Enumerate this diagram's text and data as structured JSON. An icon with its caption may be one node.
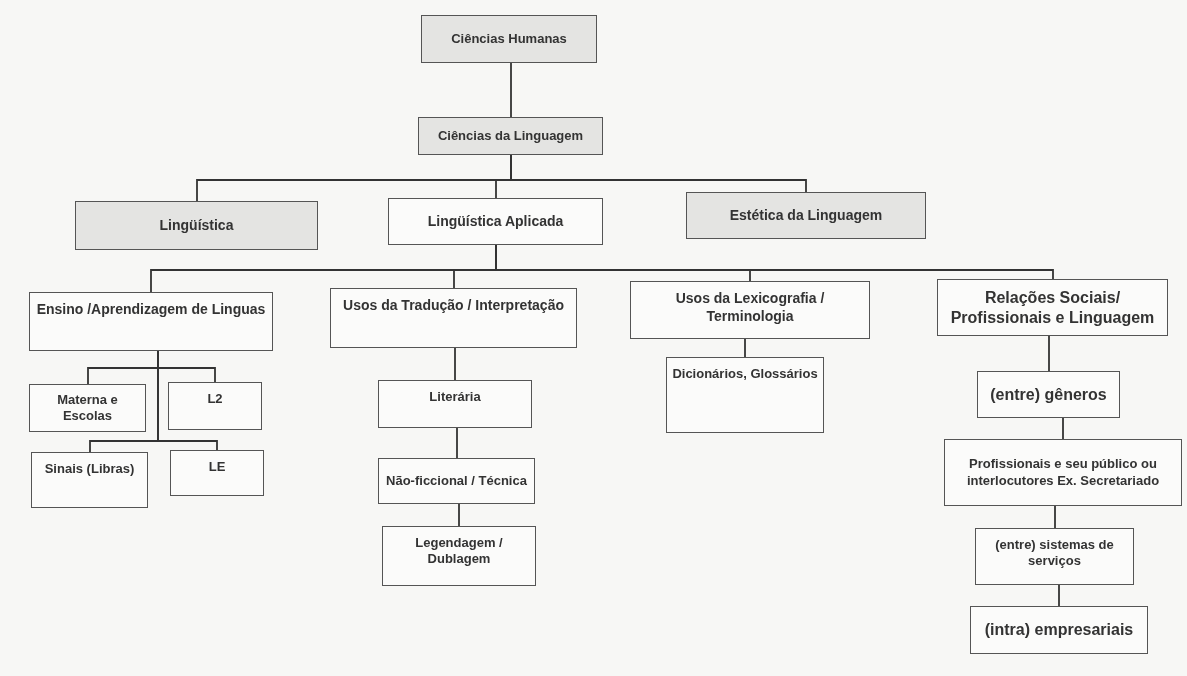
{
  "diagram": {
    "nodes": [
      {
        "text": [
          "Ciências Humanas"
        ]
      },
      {
        "text": [
          "Ciências da Linguagem"
        ]
      },
      {
        "text": [
          "Lingüística"
        ]
      },
      {
        "text": [
          "Lingüística Aplicada"
        ]
      },
      {
        "text": [
          "Estética da Linguagem"
        ]
      },
      {
        "text": [
          "Ensino /Aprendizagem de Linguas"
        ]
      },
      {
        "text": [
          "Usos da Tradução / Interpretação"
        ]
      },
      {
        "text": [
          "Usos da Lexicografia / Terminologia"
        ]
      },
      {
        "text": [
          "Relações Sociais/ Profissionais e Linguagem"
        ]
      },
      {
        "text": [
          "Materna e Escolas"
        ]
      },
      {
        "text": [
          "L2"
        ]
      },
      {
        "text": [
          "Sinais (Libras)"
        ]
      },
      {
        "text": [
          "LE"
        ]
      },
      {
        "text": [
          "Literária"
        ]
      },
      {
        "text": [
          "Não-ficcional / Técnica"
        ]
      },
      {
        "text": [
          "Legendagem / Dublagem"
        ]
      },
      {
        "text": [
          "Dicionários, Glossários"
        ]
      },
      {
        "text": [
          "(entre) gêneros"
        ]
      },
      {
        "text": [
          "Profissionais e seu público ou interlocutores Ex. Secretariado"
        ]
      },
      {
        "text": [
          "(entre) sistemas de serviços"
        ]
      },
      {
        "text": [
          "(intra) empresariais"
        ]
      }
    ],
    "edges": [
      {
        "from": 0,
        "to": 1,
        "arrow": "none"
      },
      {
        "from": 1,
        "to": 2,
        "arrow": "none"
      },
      {
        "from": 1,
        "to": 3,
        "arrow": "none"
      },
      {
        "from": 1,
        "to": 4,
        "arrow": "none"
      },
      {
        "from": 3,
        "to": 5,
        "arrow": "none"
      },
      {
        "from": 3,
        "to": 6,
        "arrow": "none"
      },
      {
        "from": 3,
        "to": 7,
        "arrow": "none"
      },
      {
        "from": 3,
        "to": 8,
        "arrow": "none"
      },
      {
        "from": 5,
        "to": 9,
        "arrow": "none"
      },
      {
        "from": 5,
        "to": 10,
        "arrow": "none"
      },
      {
        "from": 5,
        "to": 11,
        "arrow": "none"
      },
      {
        "from": 5,
        "to": 12,
        "arrow": "none"
      },
      {
        "from": 6,
        "to": 13,
        "arrow": "none"
      },
      {
        "from": 13,
        "to": 14,
        "arrow": "none"
      },
      {
        "from": 14,
        "to": 15,
        "arrow": "none"
      },
      {
        "from": 7,
        "to": 16,
        "arrow": "none"
      },
      {
        "from": 8,
        "to": 17,
        "arrow": "none"
      },
      {
        "from": 17,
        "to": 18,
        "arrow": "none"
      },
      {
        "from": 18,
        "to": 19,
        "arrow": "none"
      },
      {
        "from": 19,
        "to": 20,
        "arrow": "none"
      }
    ]
  }
}
